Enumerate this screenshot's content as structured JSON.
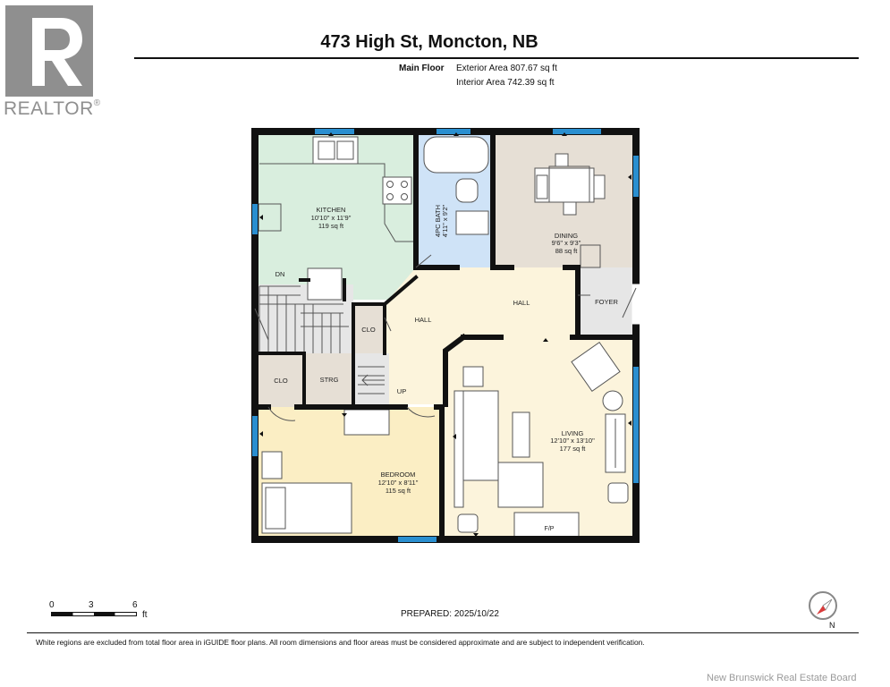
{
  "logo": {
    "wordmark": "REALTOR",
    "reg_mark": "®",
    "color": "#8f8f8f"
  },
  "header": {
    "title": "473 High St, Moncton, NB",
    "floor_name": "Main Floor",
    "exterior_area": "Exterior Area 807.67 sq ft",
    "interior_area": "Interior Area 742.39 sq ft"
  },
  "rooms": {
    "kitchen": {
      "name": "KITCHEN",
      "dims": "10'10\" x 11'9\"",
      "area": "119 sq ft",
      "color": "#d9eede"
    },
    "bath": {
      "name": "4PC BATH",
      "dims": "4'11\" x 9'2\"",
      "color": "#cfe3f7"
    },
    "dining": {
      "name": "DINING",
      "dims": "9'6\" x 9'3\"",
      "area": "88 sq ft",
      "color": "#e6dfd5"
    },
    "hall_center": {
      "name": "HALL",
      "color": "#fcf4dc"
    },
    "hall_upper": {
      "name": "HALL",
      "color": "#fcf4dc"
    },
    "foyer": {
      "name": "FOYER",
      "color": "#e6e6e6"
    },
    "closet_stairs": {
      "name": "CLO",
      "color": "#e6dfd5"
    },
    "closet_left": {
      "name": "CLO",
      "color": "#e6dfd5"
    },
    "storage": {
      "name": "STRG",
      "color": "#e6dfd5"
    },
    "living": {
      "name": "LIVING",
      "dims": "12'10\" x 13'10\"",
      "area": "177 sq ft",
      "color": "#fcf4dc"
    },
    "bedroom": {
      "name": "BEDROOM",
      "dims": "12'10\" x 8'11\"",
      "area": "115 sq ft",
      "color": "#fbeec4"
    }
  },
  "labels": {
    "down": "DN",
    "up": "UP",
    "fireplace": "F/P"
  },
  "scale": {
    "ticks": [
      "0",
      "3",
      "6"
    ],
    "unit": "ft"
  },
  "compass": {
    "letter": "N"
  },
  "prepared": "PREPARED: 2025/10/22",
  "disclaimer": "White regions are excluded from total floor area in iGUIDE floor plans. All room dimensions and floor areas must be considered approximate and are subject to independent verification.",
  "watermark": "New Brunswick Real Estate Board",
  "colors": {
    "wall": "#111111",
    "window": "#2a8fd0",
    "furniture_stroke": "#555555"
  }
}
